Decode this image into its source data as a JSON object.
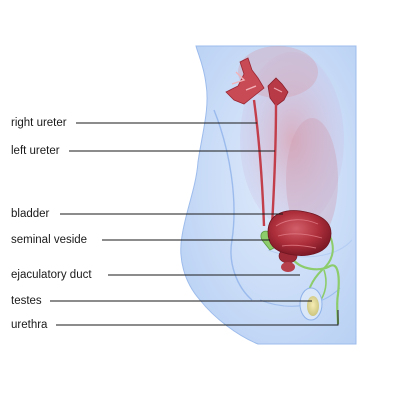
{
  "labels": {
    "right_ureter": "right ureter",
    "left_ureter": "left ureter",
    "bladder": "bladder",
    "seminal_vesicle": "seminal veside",
    "ejaculatory_duct": "ejaculatory duct",
    "testes": "testes",
    "urethra": "urethra"
  },
  "colors": {
    "body_fill": "#c8dcf7",
    "body_outline": "#8fb2ea",
    "organ_red": "#b83a45",
    "bladder_dark": "#8c1f2c",
    "duct_green": "#8ccc6a",
    "leader_line": "#1a1a1a"
  }
}
